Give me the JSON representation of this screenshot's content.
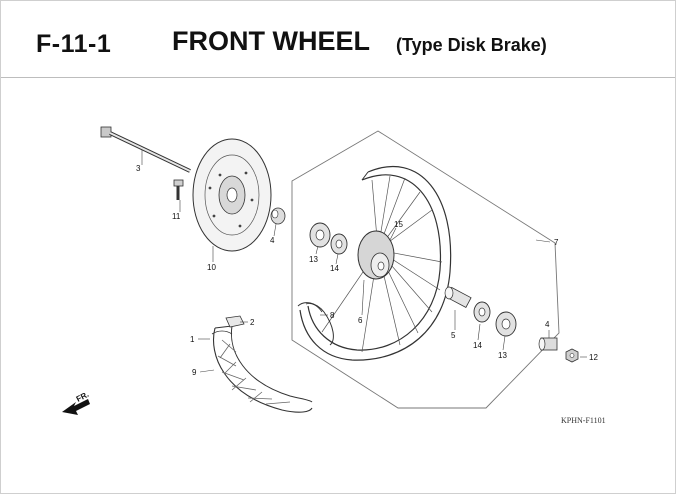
{
  "header": {
    "code": "F-11-1",
    "title": "FRONT WHEEL",
    "subtitle": "(Type Disk Brake)"
  },
  "callouts": {
    "c1": "1",
    "c2": "2",
    "c3": "3",
    "c4a": "4",
    "c4b": "4",
    "c5": "5",
    "c6": "6",
    "c7": "7",
    "c8": "8",
    "c9": "9",
    "c10": "10",
    "c11": "11",
    "c12": "12",
    "c13a": "13",
    "c13b": "13",
    "c14a": "14",
    "c14b": "14",
    "c15": "15"
  },
  "direction_label": "FR.",
  "diagram_ref": "KPHN-F1101"
}
